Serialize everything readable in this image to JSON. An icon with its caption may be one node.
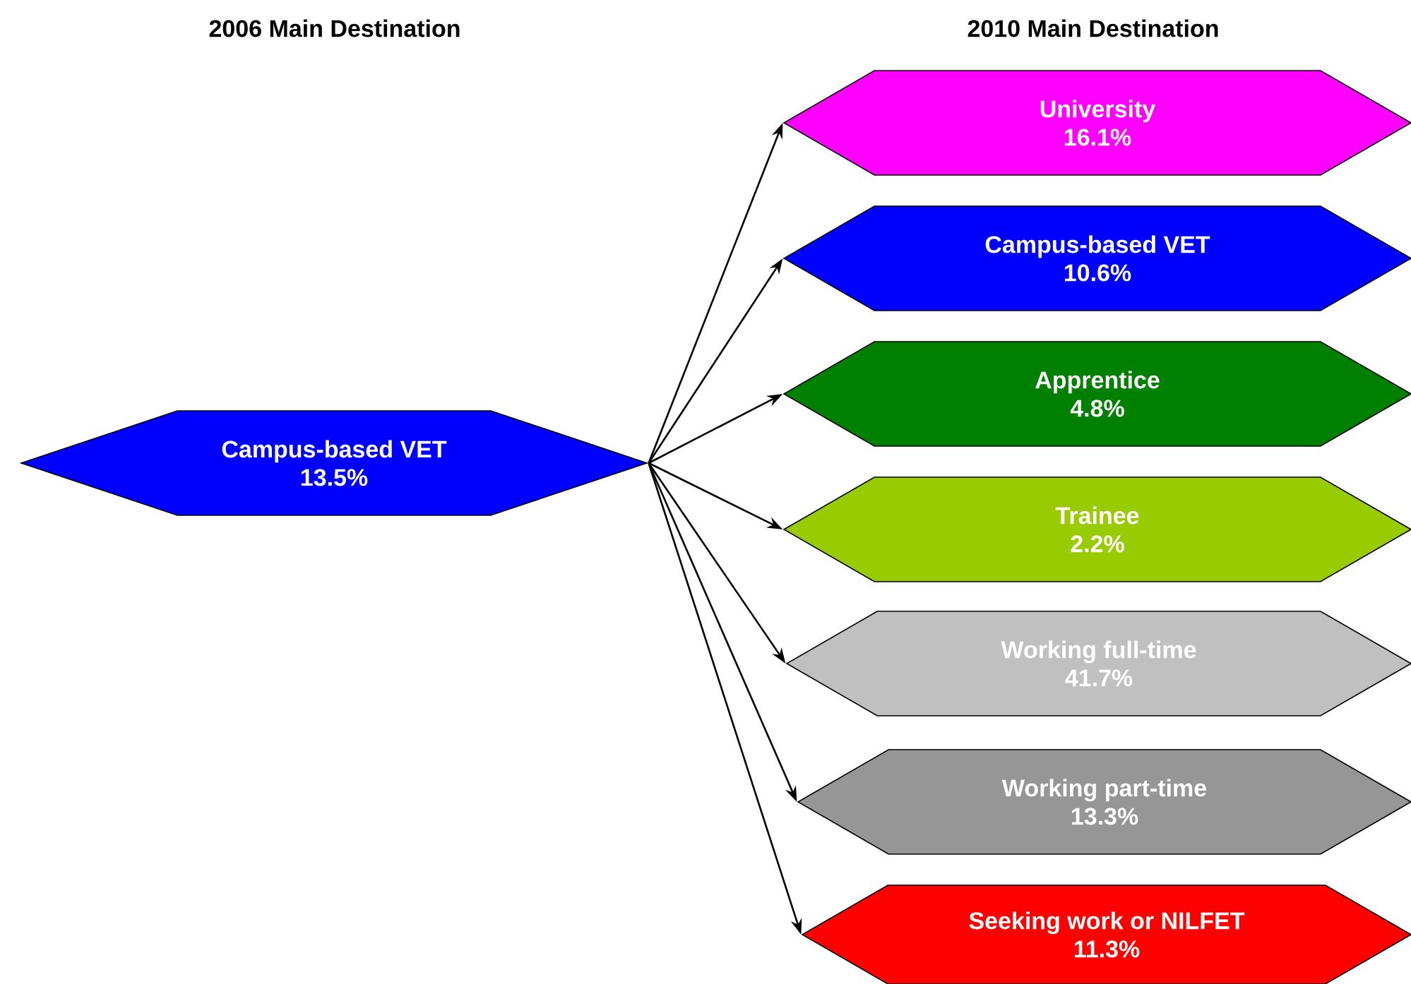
{
  "diagram": {
    "nodes": [
      {
        "text": [
          "Campus-based VET",
          "13.5%"
        ]
      },
      {
        "text": [
          "University",
          "16.1%"
        ]
      },
      {
        "text": [
          "Campus-based VET",
          "10.6%"
        ]
      },
      {
        "text": [
          "Apprentice",
          "4.8%"
        ]
      },
      {
        "text": [
          "Trainee",
          "2.2%"
        ]
      },
      {
        "text": [
          "Working full-time",
          "41.7%"
        ]
      },
      {
        "text": [
          "Working part-time",
          "13.3%"
        ]
      },
      {
        "text": [
          "Seeking work or NILFET",
          "11.3%"
        ]
      }
    ],
    "edges": [
      {
        "from": 0,
        "to": 1,
        "arrow": "to"
      },
      {
        "from": 0,
        "to": 2,
        "arrow": "to"
      },
      {
        "from": 0,
        "to": 3,
        "arrow": "to"
      },
      {
        "from": 0,
        "to": 4,
        "arrow": "to"
      },
      {
        "from": 0,
        "to": 5,
        "arrow": "to"
      },
      {
        "from": 0,
        "to": 6,
        "arrow": "to"
      },
      {
        "from": 0,
        "to": 7,
        "arrow": "to"
      }
    ],
    "labels": [
      "2006 Main Destination",
      "2010 Main Destination"
    ]
  }
}
